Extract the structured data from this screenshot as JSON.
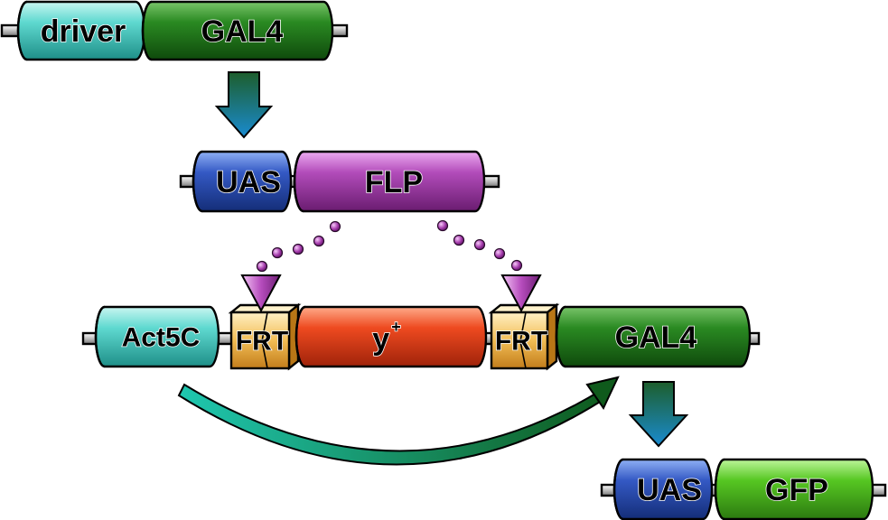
{
  "driver_construct": {
    "promoter": "driver",
    "gene": "GAL4"
  },
  "uas_flp_construct": {
    "promoter": "UAS",
    "gene": "FLP"
  },
  "flipout_construct": {
    "promoter": "Act5C",
    "frt_left": "FRT",
    "cassette": "y",
    "cassette_superscript": "+",
    "frt_right": "FRT",
    "gene": "GAL4"
  },
  "reporter_construct": {
    "promoter": "UAS",
    "gene": "GFP"
  },
  "colors": {
    "cyan": "#5fd9d0",
    "dark_green": "#1f7a1a",
    "blue": "#2a50b0",
    "purple": "#a03aa8",
    "red": "#e0401c",
    "frt_orange": "#f0b548",
    "light_green": "#4cc21e",
    "arrow_teal": "#167a86"
  }
}
